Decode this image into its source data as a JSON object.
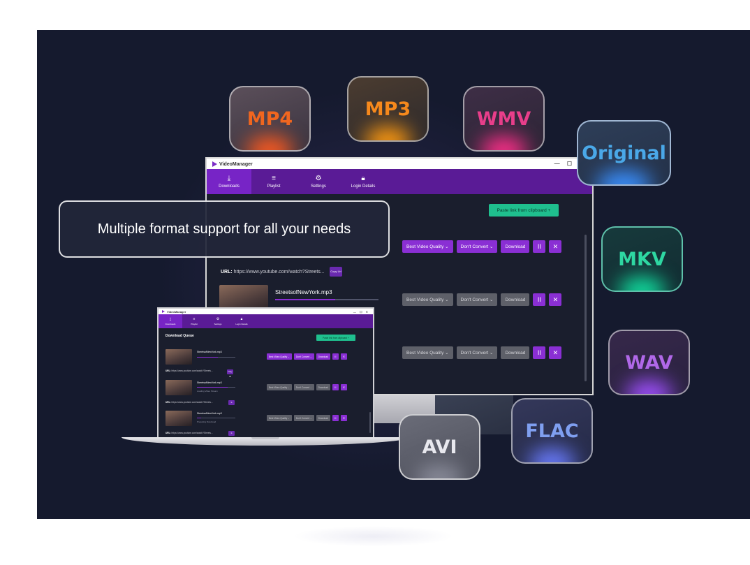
{
  "formats": {
    "mp4": "MP4",
    "mp3": "MP3",
    "wmv": "WMV",
    "original": "Original",
    "mkv": "MKV",
    "wav": "WAV",
    "flac": "FLAC",
    "avi": "AVI"
  },
  "callout": "Multiple format support for all your needs",
  "app": {
    "name": "VideoManager",
    "window_controls": "— ☐ ✕",
    "nav": [
      {
        "label": "Downloads",
        "icon": "download-icon"
      },
      {
        "label": "Playlist",
        "icon": "playlist-icon"
      },
      {
        "label": "Settings",
        "icon": "gear-icon"
      },
      {
        "label": "Login Details",
        "icon": "lock-icon"
      }
    ],
    "paste_button": "Paste link from clipboard +",
    "queue_title": "Download Queue",
    "quality": "Best Video Quality",
    "convert": "Don't Convert",
    "download": "Download",
    "pause": "II",
    "close": "✕",
    "copy_url": "Copy Url",
    "monitor_url": {
      "label": "URL:",
      "value": "https://www.youtube.com/watch?Streets..."
    },
    "monitor_file": "StreetsofNewYork.mp3",
    "items": [
      {
        "name": "StreetsofNewYork.mp3",
        "status": "",
        "url_label": "URL:",
        "url": "https://www.youtube.com/watch?Streets...",
        "progress": 0.55
      },
      {
        "name": "StreetsofNewYork.mp3",
        "status": "Loading Video Stream",
        "url_label": "URL:",
        "url": "https://www.youtube.com/watch?Streets...",
        "progress": 0.8
      },
      {
        "name": "StreetsofNewYork.mp3",
        "status": "Preparing Download",
        "url_label": "URL:",
        "url": "https://www.youtube.com/watch?Streets...",
        "progress": 0.1
      }
    ]
  }
}
